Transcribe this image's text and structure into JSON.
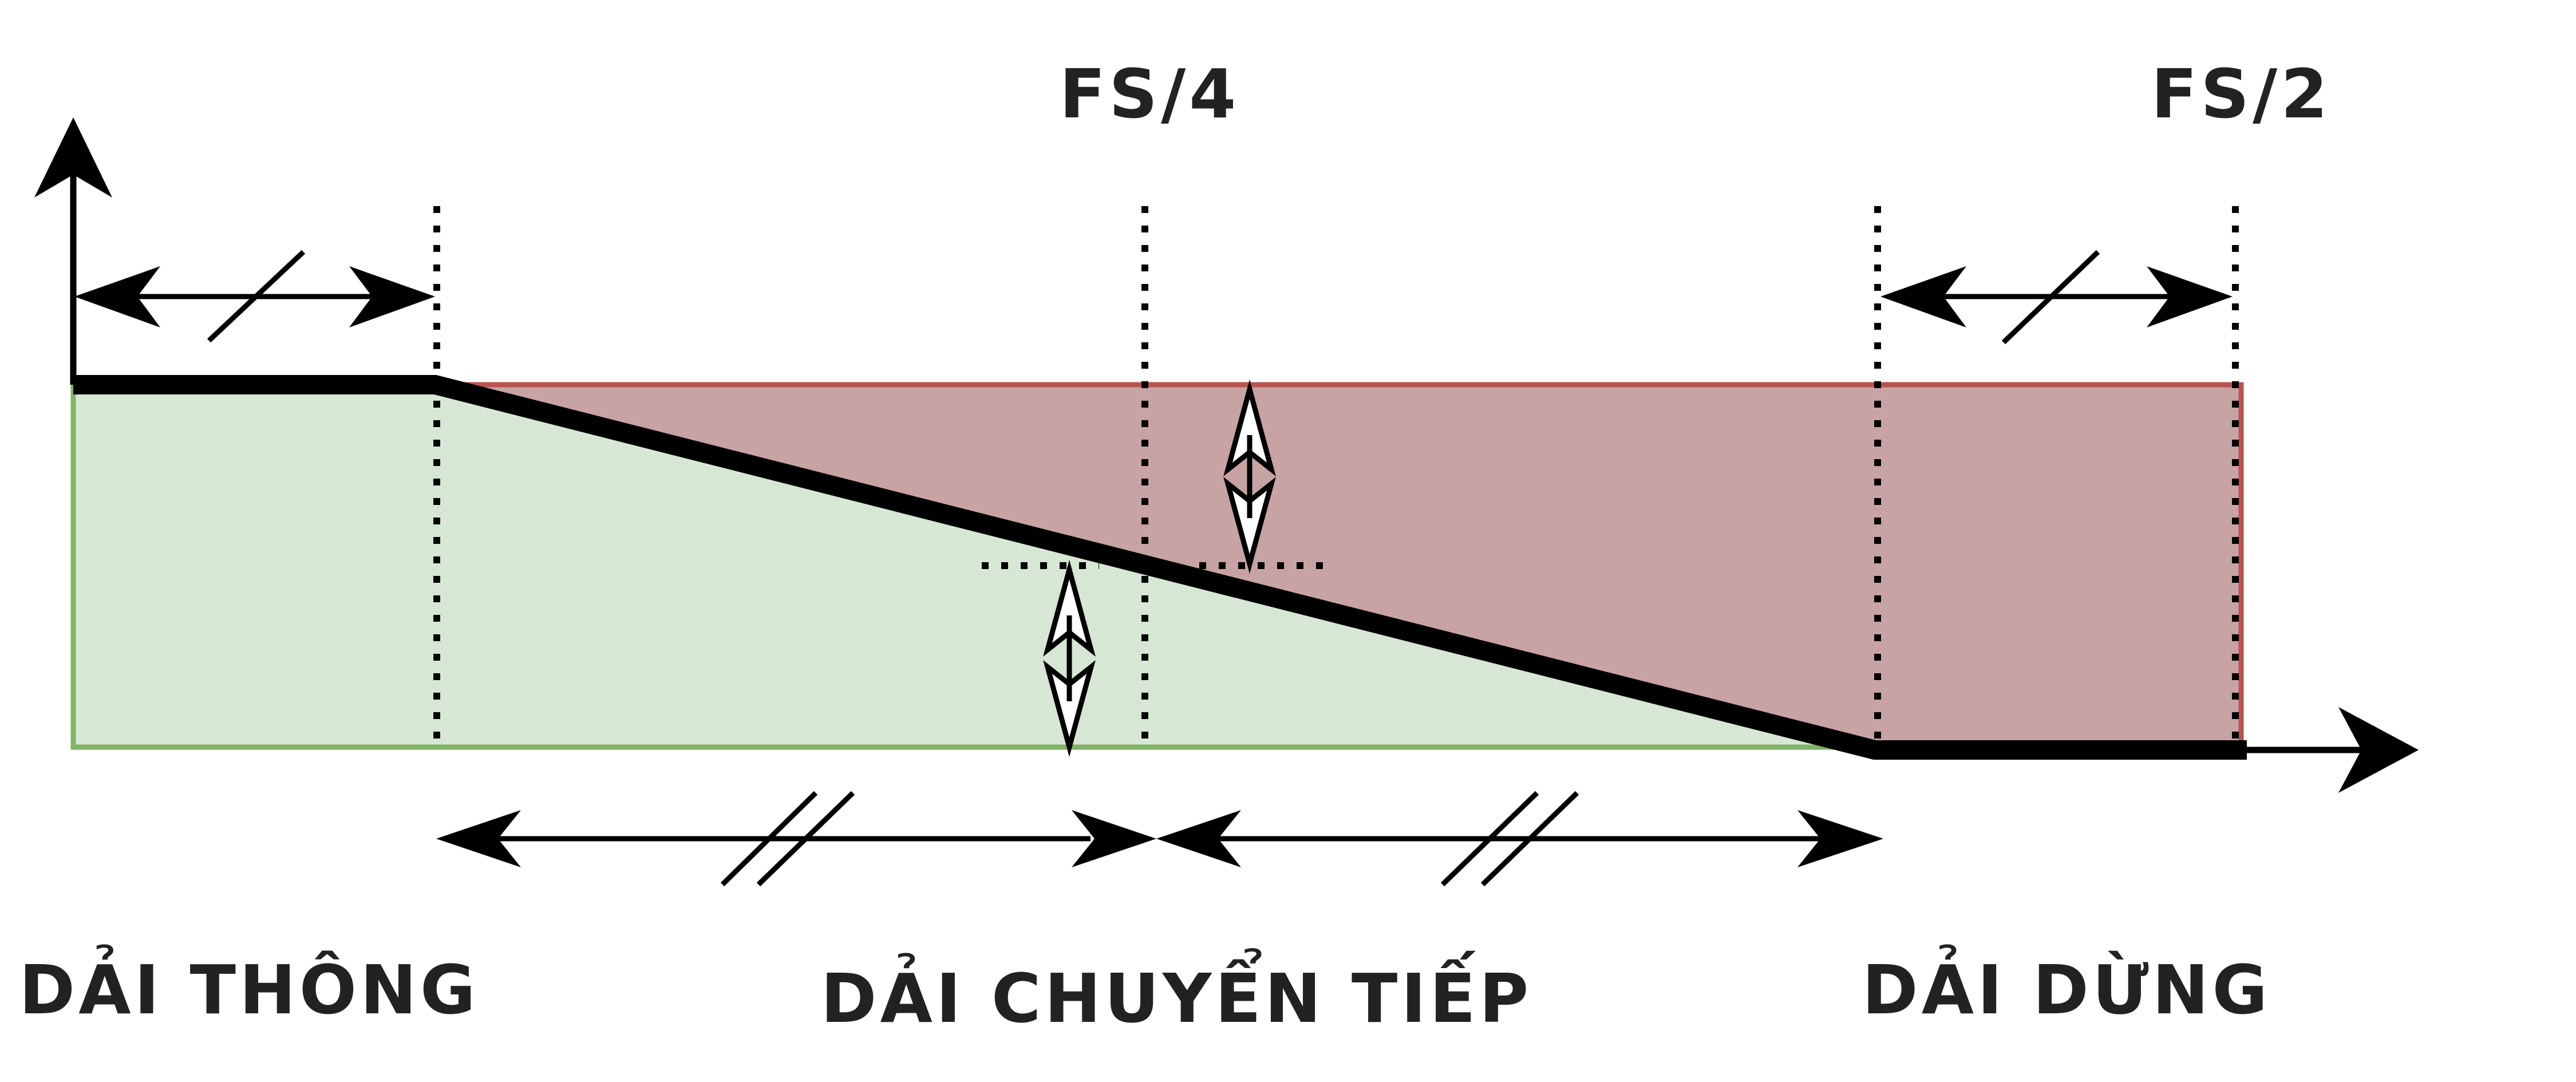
{
  "labels": {
    "fs4": "FS/4",
    "fs2": "FS/2",
    "passband": "DẢI THÔNG",
    "transition": "DẢI CHUYỂN TIẾP",
    "stopband": "DẢI DỪNG"
  },
  "colors": {
    "passband_fill": "#d6e8d4",
    "passband_edge": "#82b366",
    "stopband_fill": "#c8a3a3",
    "stopband_edge": "#b85450",
    "response": "#000000"
  }
}
